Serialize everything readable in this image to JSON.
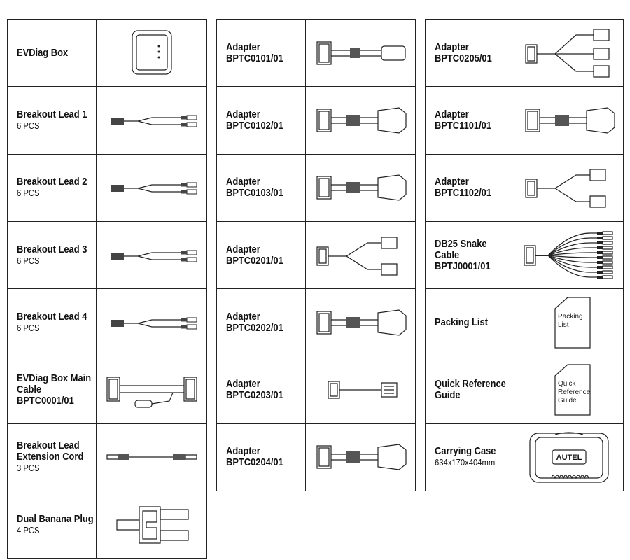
{
  "columns": [
    [
      {
        "name": "EVDiag Box",
        "icon": "diag-box"
      },
      {
        "name": "Breakout Lead 1",
        "qty": "6 PCS",
        "icon": "breakout-lead"
      },
      {
        "name": "Breakout Lead 2",
        "qty": "6 PCS",
        "icon": "breakout-lead"
      },
      {
        "name": "Breakout Lead 3",
        "qty": "6 PCS",
        "icon": "breakout-lead"
      },
      {
        "name": "Breakout Lead 4",
        "qty": "6 PCS",
        "icon": "breakout-lead"
      },
      {
        "name": "EVDiag Box Main\nCable\nBPTC0001/01",
        "icon": "main-cable"
      },
      {
        "name": "Breakout Lead\nExtension Cord",
        "qty": "3 PCS",
        "icon": "extension-cord"
      },
      {
        "name": "Dual Banana Plug",
        "qty": "4 PCS",
        "icon": "banana-plug"
      }
    ],
    [
      {
        "name": "Adapter\nBPTC0101/01",
        "icon": "adapter-usb"
      },
      {
        "name": "Adapter\nBPTC0102/01",
        "icon": "adapter-large"
      },
      {
        "name": "Adapter\nBPTC0103/01",
        "icon": "adapter-large"
      },
      {
        "name": "Adapter\nBPTC0201/01",
        "icon": "adapter-split"
      },
      {
        "name": "Adapter\nBPTC0202/01",
        "icon": "adapter-large"
      },
      {
        "name": "Adapter\nBPTC0203/01",
        "icon": "adapter-small"
      },
      {
        "name": "Adapter\nBPTC0204/01",
        "icon": "adapter-large"
      }
    ],
    [
      {
        "name": "Adapter\nBPTC0205/01",
        "icon": "adapter-triple"
      },
      {
        "name": "Adapter\nBPTC1101/01",
        "icon": "adapter-large"
      },
      {
        "name": "Adapter\nBPTC1102/01",
        "icon": "adapter-split"
      },
      {
        "name": "DB25 Snake\nCable\nBPTJ0001/01",
        "icon": "snake-cable"
      },
      {
        "name": "Packing List",
        "icon": "document",
        "doc_text": [
          "Packing",
          "List"
        ]
      },
      {
        "name": "Quick Reference\nGuide",
        "icon": "document",
        "doc_text": [
          "Quick",
          "Reference",
          "Guide"
        ]
      },
      {
        "name": "Carrying Case",
        "qty": "634x170x404mm",
        "icon": "carrying-case",
        "logo": "AUTEL"
      }
    ]
  ]
}
